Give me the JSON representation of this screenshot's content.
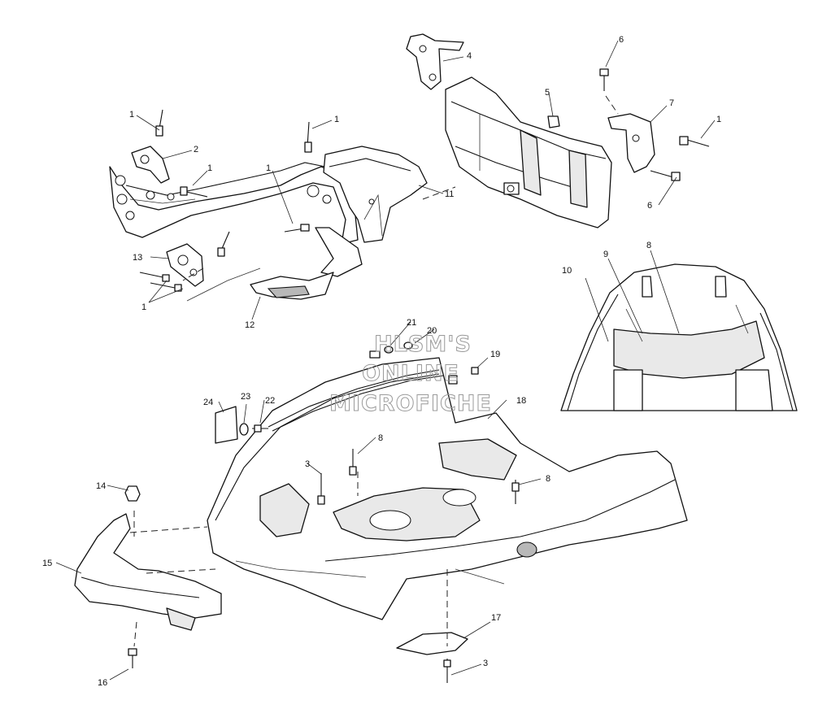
{
  "watermark": {
    "line1": "HLSM'S",
    "line2": "ONLINE",
    "line3": "MICROFICHE"
  },
  "callouts": {
    "c1a": "1",
    "c1b": "1",
    "c1c": "1",
    "c1d": "1",
    "c1e": "1",
    "c1f": "1",
    "c2": "2",
    "c3a": "3",
    "c3b": "3",
    "c4": "4",
    "c5": "5",
    "c6a": "6",
    "c6b": "6",
    "c7": "7",
    "c8a": "8",
    "c8b": "8",
    "c8c": "8",
    "c9": "9",
    "c10": "10",
    "c11": "11",
    "c12": "12",
    "c13": "13",
    "c14": "14",
    "c15": "15",
    "c16": "16",
    "c17": "17",
    "c18": "18",
    "c19": "19",
    "c20": "20",
    "c21": "21",
    "c22": "22",
    "c23": "23",
    "c24": "24"
  }
}
